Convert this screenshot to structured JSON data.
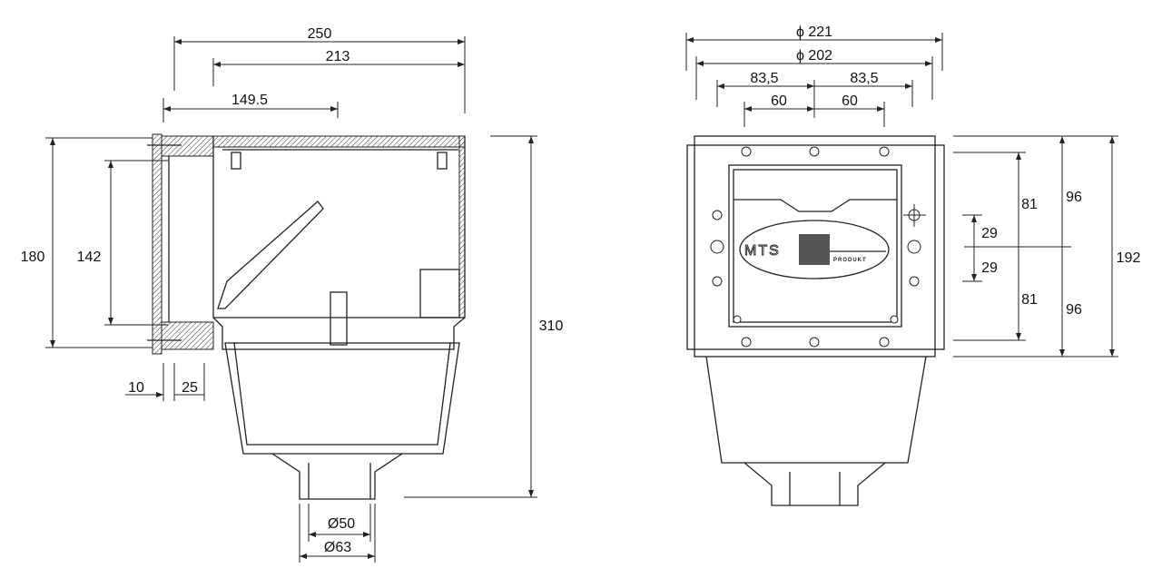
{
  "side_view": {
    "dimensions": {
      "total_width": "250",
      "inner_width": "213",
      "flange_to_center": "149.5",
      "flange_height": "180",
      "opening_height": "142",
      "total_height": "310",
      "flange_thickness": "10",
      "wall_offset": "25",
      "outlet_inner": "Ø50",
      "outlet_outer": "Ø63"
    }
  },
  "front_view": {
    "dimensions": {
      "outer_diameter": "ϕ 221",
      "inner_diameter": "ϕ 202",
      "half_width_left": "83,5",
      "half_width_right": "83,5",
      "screw_left": "60",
      "screw_right": "60",
      "upper_81": "81",
      "lower_81": "81",
      "upper_29": "29",
      "lower_29": "29",
      "upper_96": "96",
      "lower_96": "96",
      "total_192": "192"
    },
    "logo": {
      "brand": "MTS",
      "sub": "PRODUKT"
    }
  }
}
